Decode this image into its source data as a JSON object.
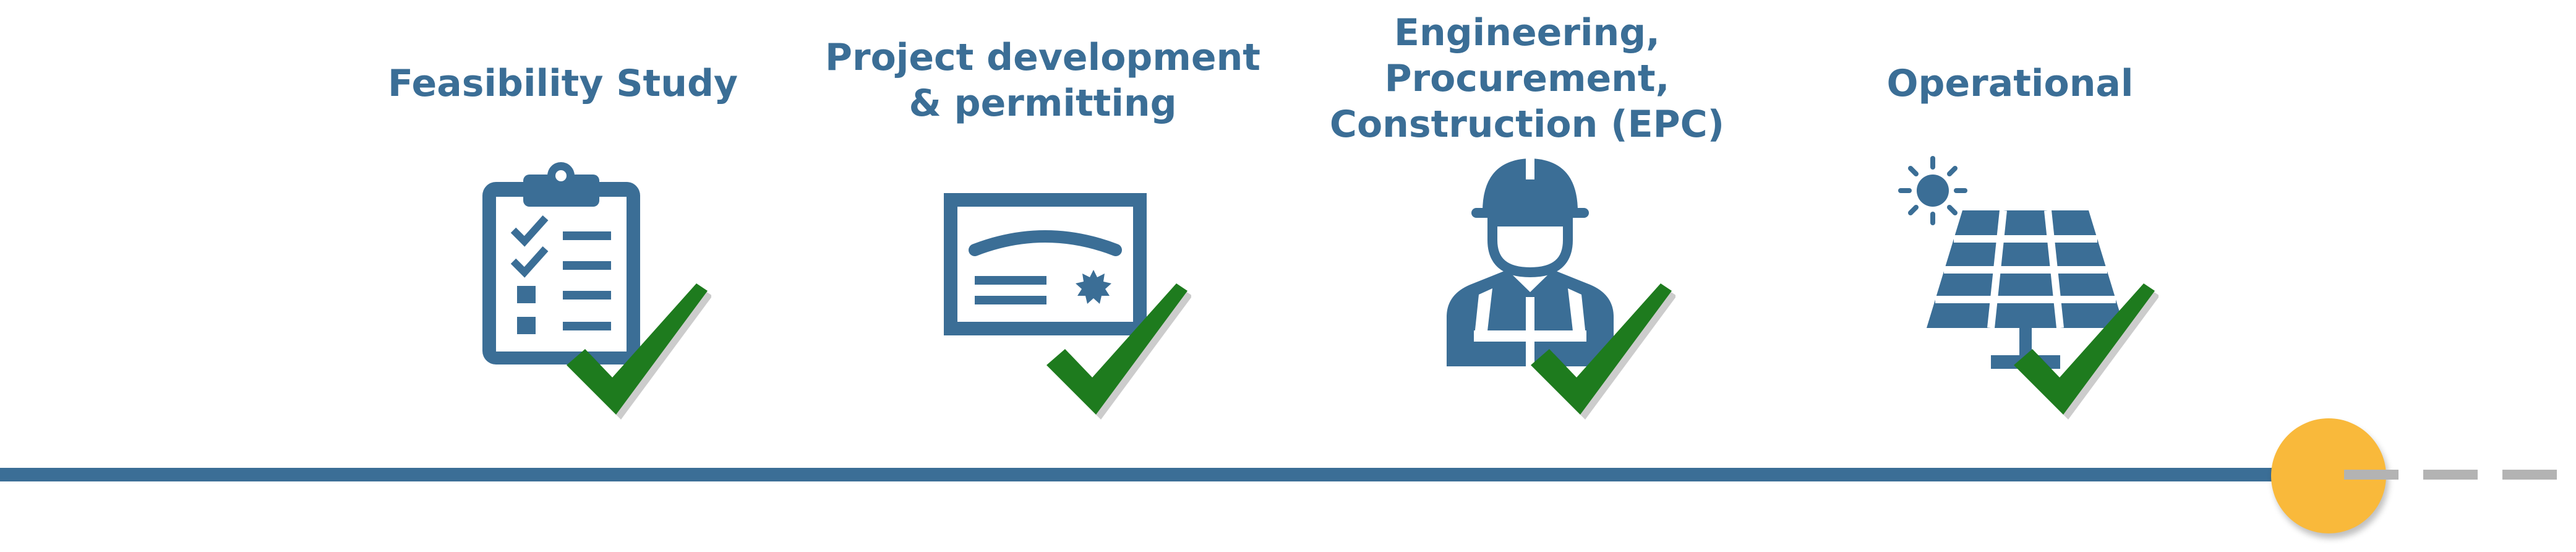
{
  "colors": {
    "primary_blue": "#3b6e96",
    "check_green": "#1e7b1e",
    "marker_yellow": "#f9b93b",
    "dash_gray": "#b3b3b3"
  },
  "stages": [
    {
      "title": "Feasibility Study",
      "icon": "clipboard-checklist-icon",
      "status": "completed"
    },
    {
      "title": "Project development\n& permitting",
      "icon": "certificate-icon",
      "status": "completed"
    },
    {
      "title": "Engineering,\nProcurement,\nConstruction (EPC)",
      "icon": "construction-worker-icon",
      "status": "completed"
    },
    {
      "title": "Operational",
      "icon": "solar-panel-icon",
      "status": "completed"
    }
  ],
  "timeline": {
    "current_marker": "yellow-circle",
    "future_segment": "dashed"
  }
}
